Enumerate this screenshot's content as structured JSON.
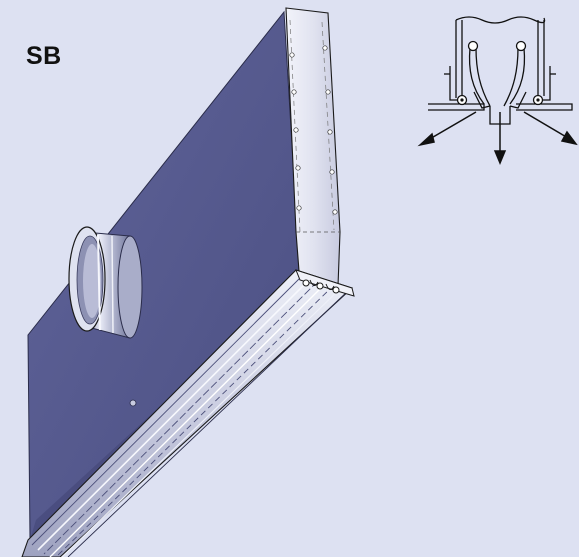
{
  "figure": {
    "label": "SB"
  },
  "colors": {
    "background": "#dde1f2",
    "body_panel": "#55598d",
    "body_panel_dark": "#3f4272",
    "aluminium_light": "#f4f5fb",
    "aluminium_mid": "#c4c7dc",
    "aluminium_dark": "#8f93b4",
    "outline": "#1a1a1a",
    "label_text": "#111111"
  },
  "icons": {
    "isometric_view": "slot-diffuser-isometric-icon",
    "section_view": "slot-diffuser-airflow-section-icon"
  },
  "airflow_directions": [
    "left-down",
    "down",
    "right-down"
  ]
}
